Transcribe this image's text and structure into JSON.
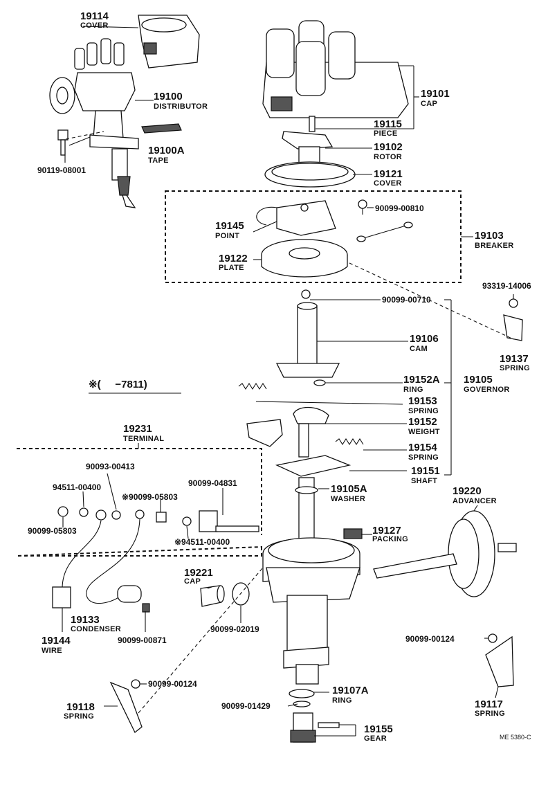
{
  "callouts": {
    "c19114": {
      "num": "19114",
      "name": "COVER"
    },
    "c19100": {
      "num": "19100",
      "name": "DISTRIBUTOR"
    },
    "c19100A": {
      "num": "19100A",
      "name": "TAPE"
    },
    "c90119": {
      "num": "90119-08001"
    },
    "c19101": {
      "num": "19101",
      "name": "CAP"
    },
    "c19115": {
      "num": "19115",
      "name": "PIECE"
    },
    "c19102": {
      "num": "19102",
      "name": "ROTOR"
    },
    "c19121": {
      "num": "19121",
      "name": "COVER"
    },
    "c90099_00810": {
      "num": "90099-00810"
    },
    "c19145": {
      "num": "19145",
      "name": "POINT"
    },
    "c19103": {
      "num": "19103",
      "name": "BREAKER"
    },
    "c19122": {
      "num": "19122",
      "name": "PLATE"
    },
    "c90099_00710": {
      "num": "90099-00710"
    },
    "c93319": {
      "num": "93319-14006"
    },
    "c19106": {
      "num": "19106",
      "name": "CAM"
    },
    "c19137": {
      "num": "19137",
      "name": "SPRING"
    },
    "c19152A": {
      "num": "19152A",
      "name": "RING"
    },
    "c19105": {
      "num": "19105",
      "name": "GOVERNOR"
    },
    "c19153": {
      "num": "19153",
      "name": "SPRING"
    },
    "c19152": {
      "num": "19152",
      "name": "WEIGHT"
    },
    "c19154": {
      "num": "19154",
      "name": "SPRING"
    },
    "c19151": {
      "num": "19151",
      "name": "SHAFT"
    },
    "c19105A": {
      "num": "19105A",
      "name": "WASHER"
    },
    "c19231": {
      "num": "19231",
      "name": "TERMINAL"
    },
    "c90093": {
      "num": "90093-00413"
    },
    "c94511a": {
      "num": "94511-00400"
    },
    "c90099_04831": {
      "num": "90099-04831"
    },
    "c90099_05803s": {
      "num": "※90099-05803"
    },
    "c90099_05803": {
      "num": "90099-05803"
    },
    "c94511s": {
      "num": "※94511-00400"
    },
    "c19220": {
      "num": "19220",
      "name": "ADVANCER"
    },
    "c19127": {
      "num": "19127",
      "name": "PACKING"
    },
    "c19221": {
      "num": "19221",
      "name": "CAP"
    },
    "c19133": {
      "num": "19133",
      "name": "CONDENSER"
    },
    "c19144": {
      "num": "19144",
      "name": "WIRE"
    },
    "c90099_00871": {
      "num": "90099-00871"
    },
    "c90099_02019": {
      "num": "90099-02019"
    },
    "c90099_00124a": {
      "num": "90099-00124"
    },
    "c90099_00124b": {
      "num": "90099-00124"
    },
    "c19117": {
      "num": "19117",
      "name": "SPRING"
    },
    "c19118": {
      "num": "19118",
      "name": "SPRING"
    },
    "c19107A": {
      "num": "19107A",
      "name": "RING"
    },
    "c90099_01429": {
      "num": "90099-01429"
    },
    "c19155": {
      "num": "19155",
      "name": "GEAR"
    }
  },
  "note": {
    "text": "※(     −7811)"
  },
  "code": {
    "text": "ME 5380-C"
  }
}
